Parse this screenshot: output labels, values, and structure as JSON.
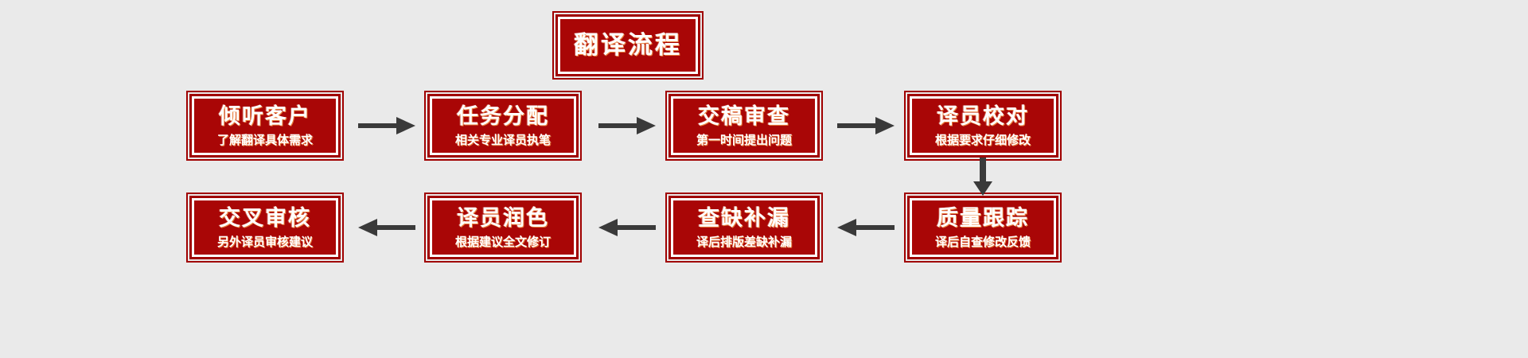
{
  "page": {
    "background_color": "#eaeaea",
    "box_fill_color": "#a90606",
    "box_border_color": "#a00000",
    "text_color": "#ffffff",
    "arrow_color": "#3a3a3a"
  },
  "header": {
    "title": "翻译流程"
  },
  "flow": {
    "row1": [
      {
        "title": "倾听客户",
        "subtitle": "了解翻译具体需求"
      },
      {
        "title": "任务分配",
        "subtitle": "相关专业译员执笔"
      },
      {
        "title": "交稿审查",
        "subtitle": "第一时间提出问题"
      },
      {
        "title": "译员校对",
        "subtitle": "根据要求仔细修改"
      }
    ],
    "row2": [
      {
        "title": "交叉审核",
        "subtitle": "另外译员审核建议"
      },
      {
        "title": "译员润色",
        "subtitle": "根据建议全文修订"
      },
      {
        "title": "查缺补漏",
        "subtitle": "译后排版差缺补漏"
      },
      {
        "title": "质量跟踪",
        "subtitle": "译后自查修改反馈"
      }
    ]
  },
  "connectors": {
    "right_arrow_1": "arrow-right",
    "right_arrow_2": "arrow-right",
    "right_arrow_3": "arrow-right",
    "down_arrow": "arrow-down",
    "left_arrow_1": "arrow-left",
    "left_arrow_2": "arrow-left",
    "left_arrow_3": "arrow-left"
  }
}
